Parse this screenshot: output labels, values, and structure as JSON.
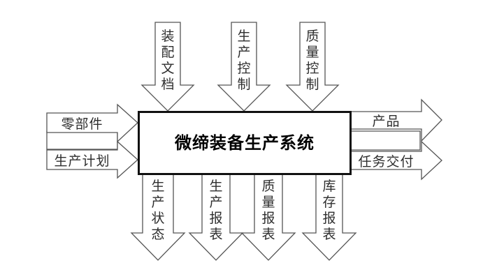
{
  "diagram": {
    "title": "微缔装备生产系统",
    "top_inputs": [
      {
        "label": "装配文档"
      },
      {
        "label": "生产控制"
      },
      {
        "label": "质量控制"
      }
    ],
    "left_inputs": [
      {
        "label": "零部件"
      },
      {
        "label": "生产计划"
      }
    ],
    "right_outputs": [
      {
        "label": "产品"
      },
      {
        "label": "任务交付"
      }
    ],
    "bottom_outputs": [
      {
        "label": "生产状态"
      },
      {
        "label": "生产报表"
      },
      {
        "label": "质量报表"
      },
      {
        "label": "库存报表"
      }
    ],
    "colors": {
      "arrow_stroke": "#555555",
      "box_border": "#111111",
      "text": "#2e2e2e",
      "background": "#ffffff"
    }
  }
}
